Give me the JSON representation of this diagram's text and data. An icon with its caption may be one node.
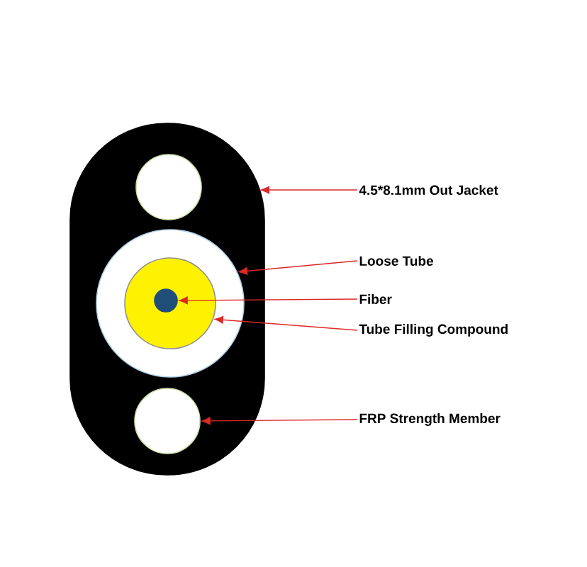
{
  "diagram": {
    "nodes": [
      {
        "text": [],
        "shape": "box"
      },
      {
        "text": [],
        "shape": "circle",
        "in": 0
      },
      {
        "text": [],
        "shape": "circle",
        "in": 1
      },
      {
        "text": [],
        "shape": "circle",
        "in": 2
      },
      {
        "text": [],
        "shape": "circle",
        "in": 0
      },
      {
        "text": [
          "4.5*8.1mm Out Jacket"
        ]
      },
      {
        "text": [
          "Loose Tube"
        ]
      },
      {
        "text": [
          "Fiber"
        ]
      },
      {
        "text": [
          "Tube Filling Compound"
        ]
      },
      {
        "text": [
          "FRP Strength Member"
        ]
      }
    ],
    "edges": [
      {
        "from": 5,
        "to": 0,
        "arrow": "to"
      },
      {
        "from": 6,
        "to": 1,
        "arrow": "to"
      },
      {
        "from": 7,
        "to": 3,
        "arrow": "to"
      },
      {
        "from": 8,
        "to": 2,
        "arrow": "to"
      },
      {
        "from": 9,
        "to": 4,
        "arrow": "to"
      }
    ]
  }
}
